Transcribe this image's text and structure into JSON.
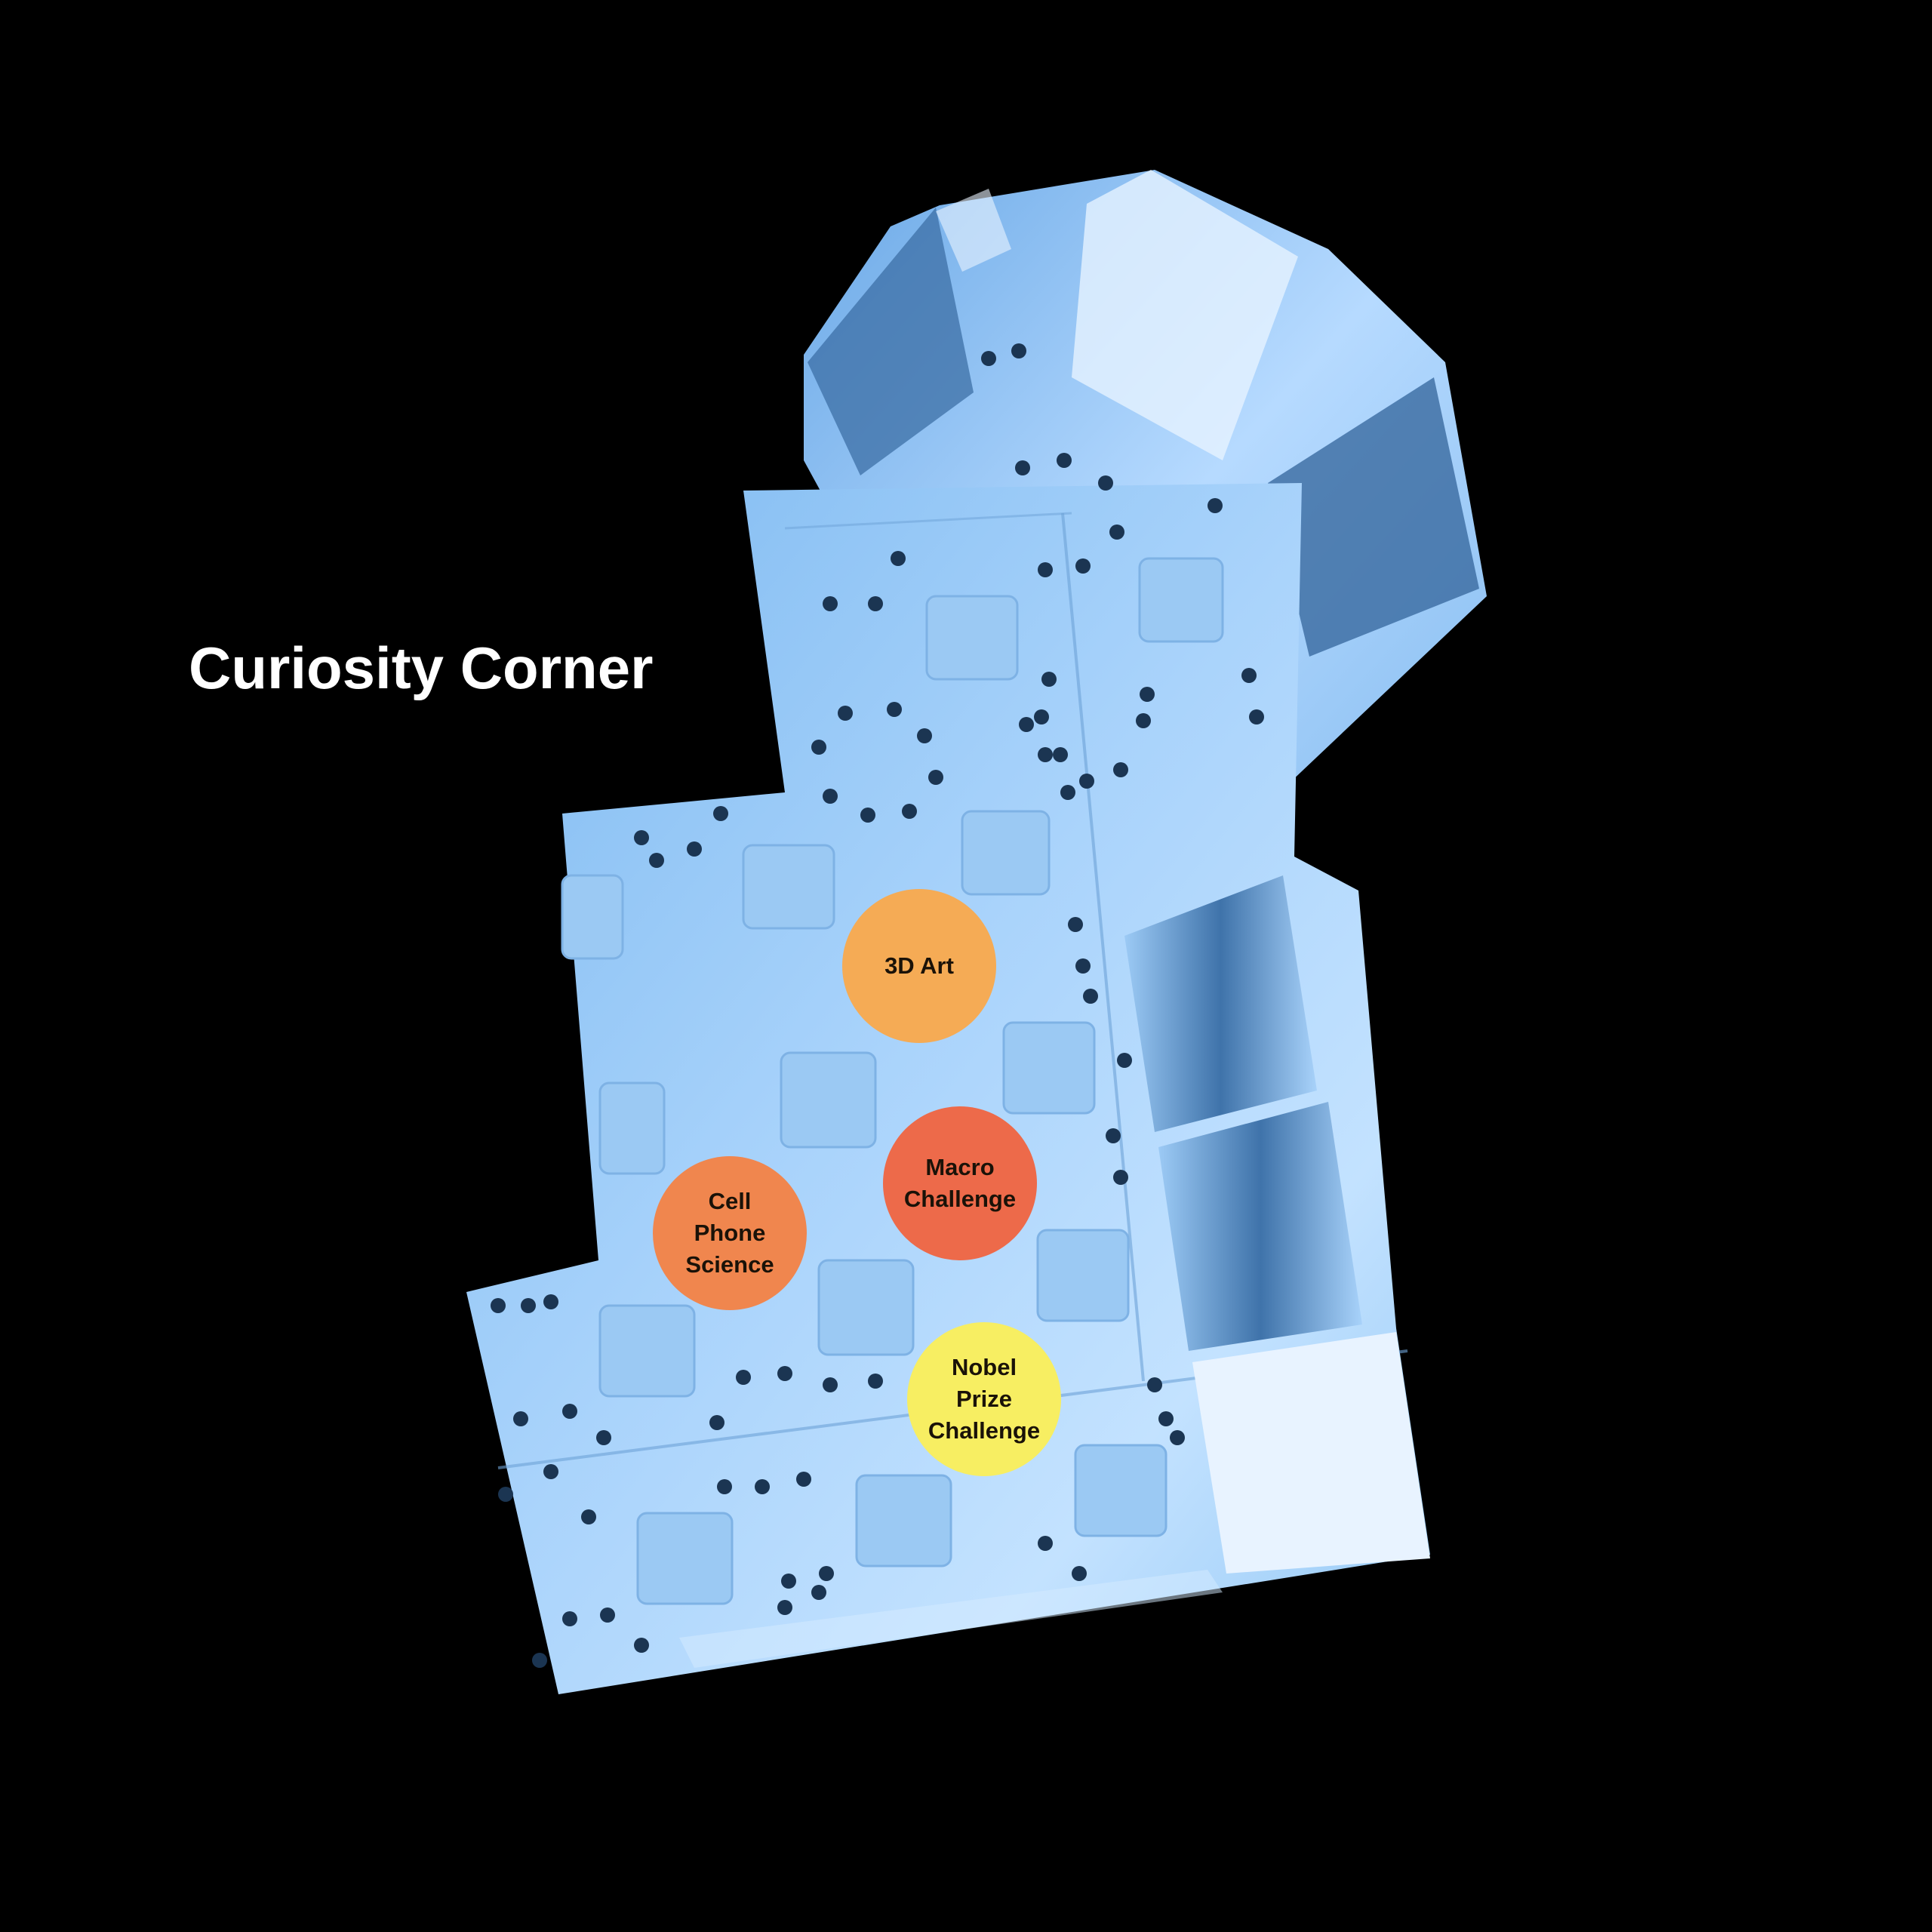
{
  "title": "Curiosity Corner",
  "colors": {
    "background": "#000000",
    "floor_light": "#bfe0ff",
    "floor_mid": "#8cc4f5",
    "floor_dark": "#4f93d8",
    "hole": "#1b3552",
    "title_text": "#ffffff",
    "marker_text": "#1a1208"
  },
  "zones": [
    {
      "id": "3d-art",
      "label": "3D Art",
      "color": "#f5ab55"
    },
    {
      "id": "macro-challenge",
      "label": "Macro\nChallenge",
      "color": "#ed6a4a"
    },
    {
      "id": "cell-phone-science",
      "label": "Cell\nPhone\nScience",
      "color": "#f0864e"
    },
    {
      "id": "nobel-prize-challenge",
      "label": "Nobel\nPrize\nChallenge",
      "color": "#f7ee62"
    }
  ]
}
